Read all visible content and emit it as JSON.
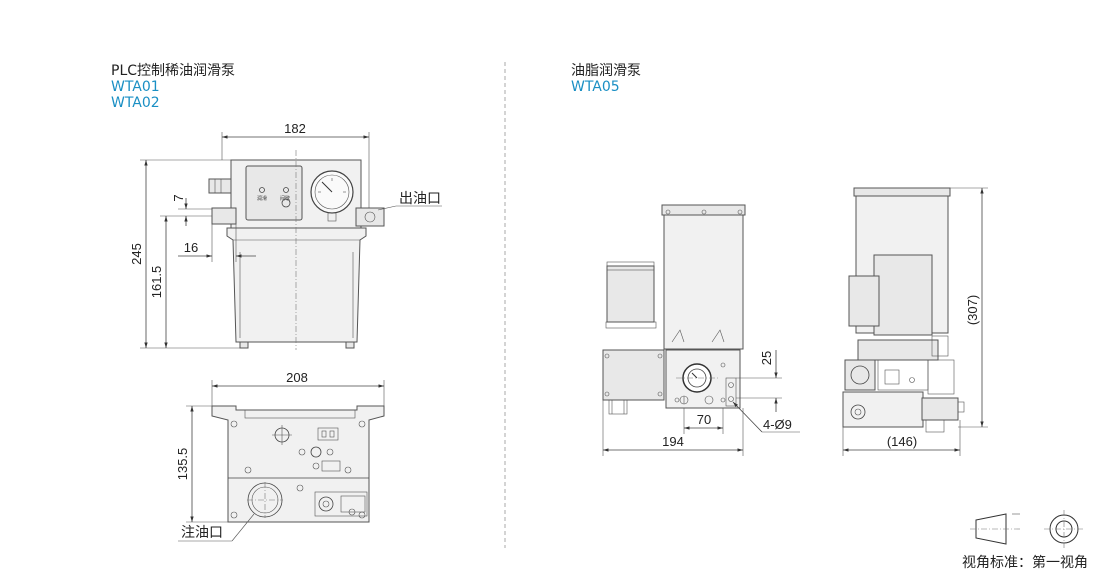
{
  "left_section": {
    "title": "PLC控制稀油润滑泵",
    "models": [
      "WTA01",
      "WTA02"
    ],
    "dims": {
      "width_top": "182",
      "height_total": "245",
      "height_lower": "161.5",
      "offset_7": "7",
      "offset_16": "16",
      "width_base": "208",
      "depth_base": "135.5"
    },
    "labels": {
      "outlet": "出油口",
      "inlet": "注油口"
    }
  },
  "right_section": {
    "title": "油脂润滑泵",
    "models": [
      "WTA05"
    ],
    "dims": {
      "width_front": "194",
      "hole_spacing": "70",
      "height_25": "25",
      "holes": "4-Ø9",
      "height_side": "(307)",
      "width_side": "(146)"
    }
  },
  "projection": {
    "label": "视角标准：第一视角"
  },
  "colors": {
    "model_text": "#1a8fc4",
    "line": "#444444",
    "body_fill": "#f1f1f1"
  }
}
